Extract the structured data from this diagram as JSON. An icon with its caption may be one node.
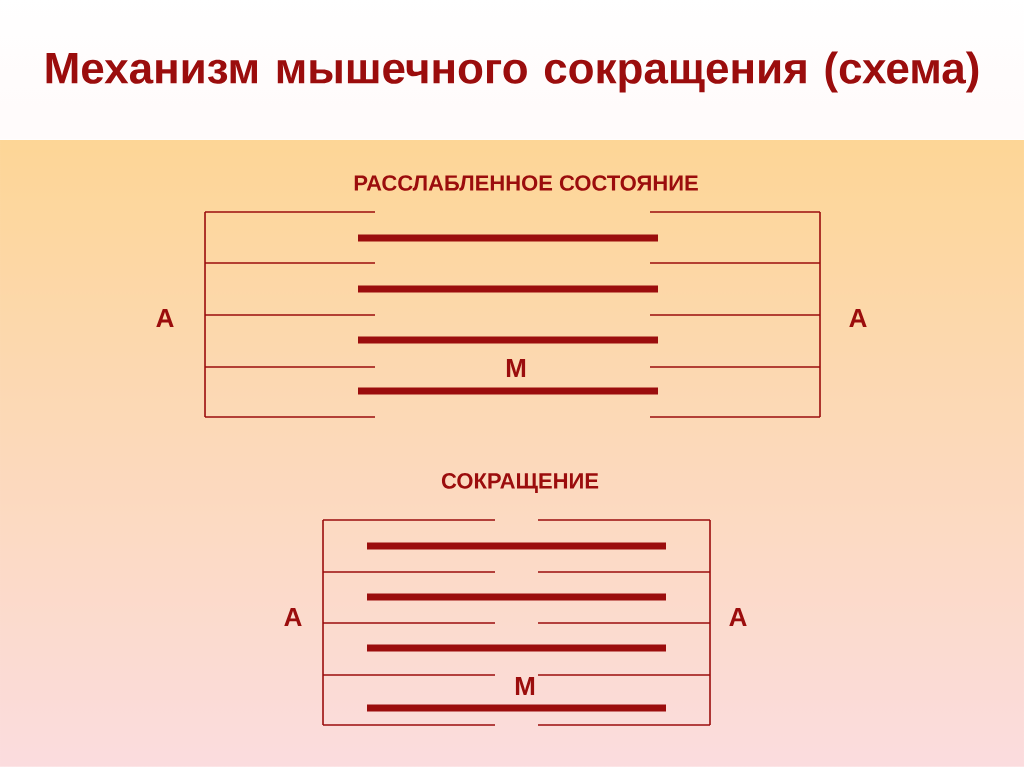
{
  "diagram": {
    "title": "Механизм мышечного сокращения (схема)",
    "labels": [
      "РАССЛАБЛЕННОЕ СОСТОЯНИЕ",
      "А",
      "А",
      "М",
      "СОКРАЩЕНИЕ",
      "А",
      "А",
      "М"
    ]
  }
}
